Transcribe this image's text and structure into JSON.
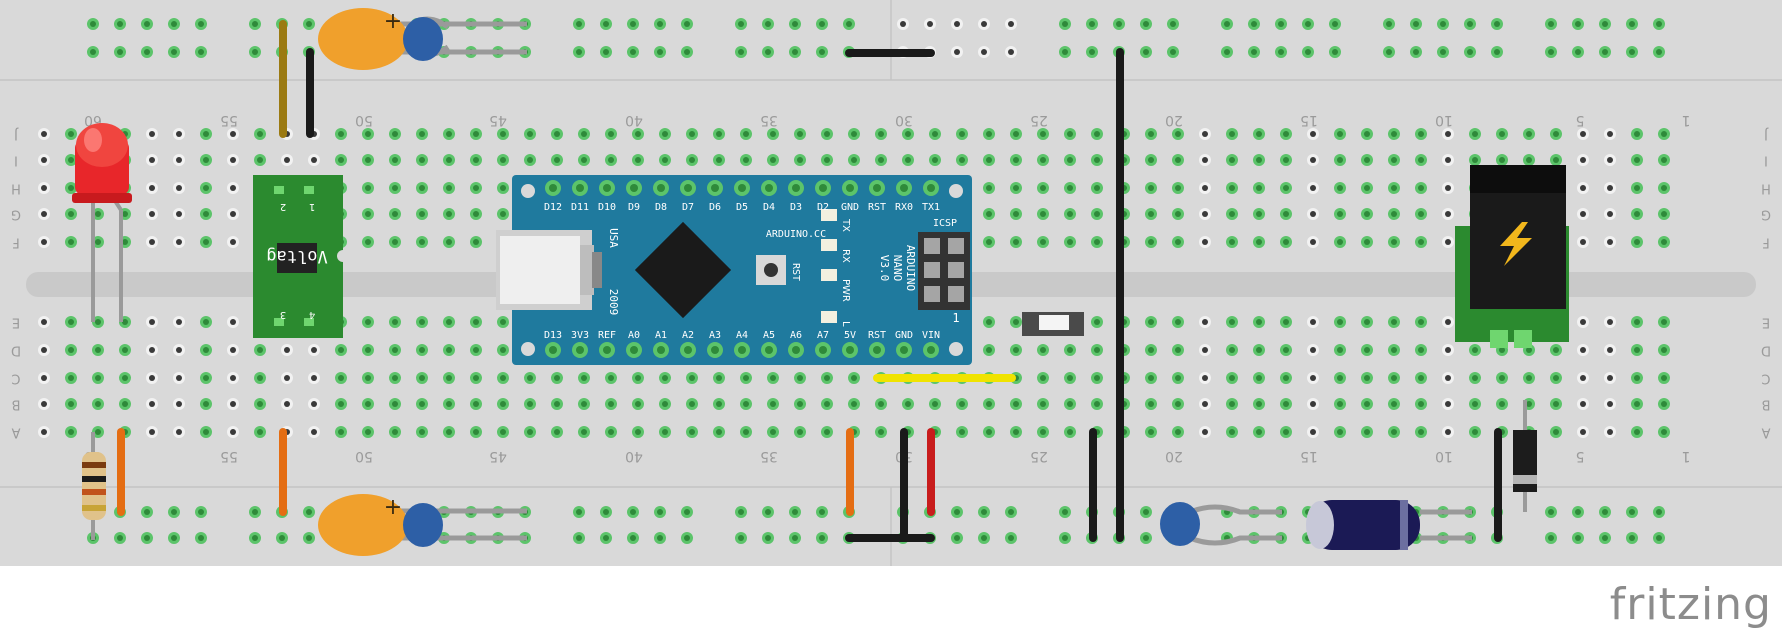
{
  "watermark": "fritzing",
  "breadboard": {
    "column_numbers": [
      "60",
      "55",
      "50",
      "45",
      "40",
      "35",
      "30",
      "25",
      "20",
      "15",
      "10",
      "5",
      "1"
    ],
    "row_letters_top": [
      "J",
      "I",
      "H",
      "G",
      "F"
    ],
    "row_letters_bottom": [
      "E",
      "D",
      "C",
      "B",
      "A"
    ]
  },
  "arduino": {
    "brand": "ARDUINO.CC",
    "model_lines": [
      "ARDUINO",
      "NANO",
      "V3.0"
    ],
    "usa": "USA",
    "year": "2009",
    "rst": "RST",
    "icsp": "ICSP",
    "pin1": "1",
    "leds": [
      "TX",
      "RX",
      "PWR",
      "L"
    ],
    "top_pins": [
      "D12",
      "D11",
      "D10",
      "D9",
      "D8",
      "D7",
      "D6",
      "D5",
      "D4",
      "D3",
      "D2",
      "GND",
      "RST",
      "RX0",
      "TX1"
    ],
    "bottom_pins": [
      "D13",
      "3V3",
      "REF",
      "A0",
      "A1",
      "A2",
      "A3",
      "A4",
      "A5",
      "A6",
      "A7",
      "5V",
      "RST",
      "GND",
      "VIN"
    ]
  },
  "regulator": {
    "label": "Voltag",
    "pins": [
      "2",
      "1",
      "3",
      "4"
    ]
  },
  "capacitor": {
    "polarity": "+"
  },
  "colors": {
    "board": "#d9d9d9",
    "hole_active": "#5cc46a",
    "arduino_blue": "#1f7a9e",
    "wire_black": "#1a1a1a",
    "wire_orange": "#e46d13",
    "wire_red": "#c81c1c",
    "wire_yellow": "#f0e300",
    "wire_olive": "#9b7a12"
  }
}
